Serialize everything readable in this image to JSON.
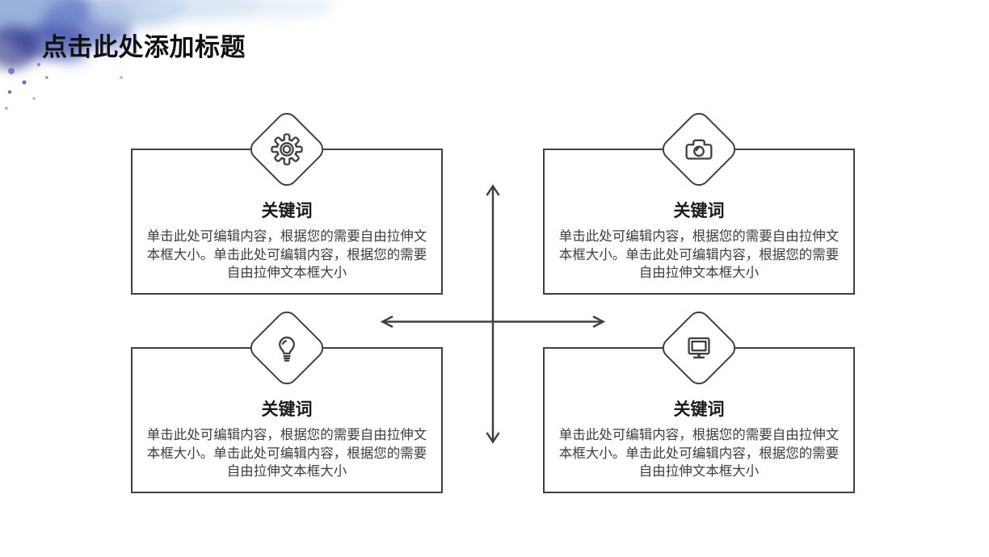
{
  "slide": {
    "title": "点击此处添加标题",
    "background_color": "#ffffff",
    "line_color": "#404040",
    "title_color": "#111111"
  },
  "decor": {
    "watercolor_splash_colors": [
      "#e0ebf6",
      "#c3d6ec",
      "#8fa8d8",
      "#6a7ec9",
      "#4a55ae",
      "#3b418f"
    ]
  },
  "cards": [
    {
      "position": "top-left",
      "icon": "gear-icon",
      "title": "关键词",
      "body": "单击此处可编辑内容，根据您的需要自由拉伸文\n本框大小。单击此处可编辑内容，根据您的需要\n自由拉伸文本框大小"
    },
    {
      "position": "top-right",
      "icon": "camera-icon",
      "title": "关键词",
      "body": "单击此处可编辑内容，根据您的需要自由拉伸文\n本框大小。单击此处可编辑内容，根据您的需要\n自由拉伸文本框大小"
    },
    {
      "position": "bottom-left",
      "icon": "lightbulb-icon",
      "title": "关键词",
      "body": "单击此处可编辑内容，根据您的需要自由拉伸文\n本框大小。单击此处可编辑内容，根据您的需要\n自由拉伸文本框大小"
    },
    {
      "position": "bottom-right",
      "icon": "monitor-icon",
      "title": "关键词",
      "body": "单击此处可编辑内容，根据您的需要自由拉伸文\n本框大小。单击此处可编辑内容，根据您的需要\n自由拉伸文本框大小"
    }
  ],
  "arrows": {
    "vertical": "double-headed",
    "horizontal": "double-headed",
    "color": "#404040"
  }
}
